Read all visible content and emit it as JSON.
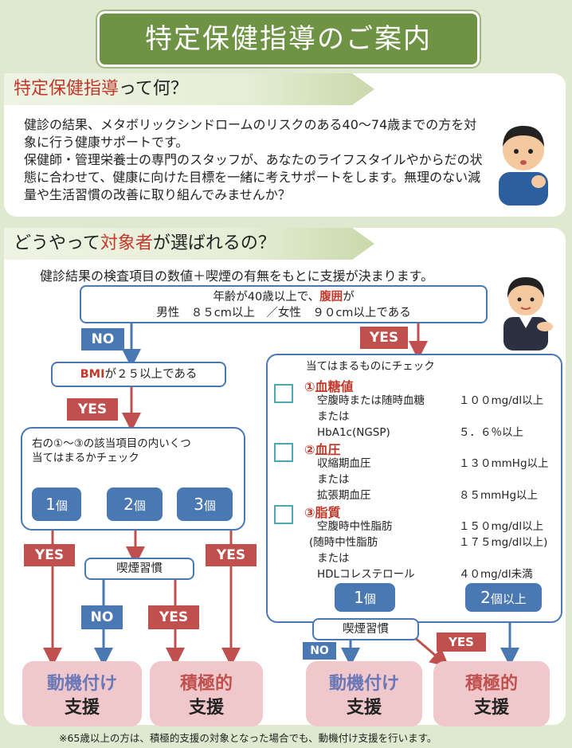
{
  "title": "特定保健指導のご案内",
  "section1": {
    "header_pre": "特定保健指導",
    "header_post": "って何？",
    "p1": "健診の結果、メタボリックシンドロームのリスクのある40～74歳までの方を対象に行う健康サポートです。",
    "p2": "保健師・管理栄養士の専門のスタッフが、あなたのライフスタイルやからだの状態に合わせて、健康に向けた目標を一緒に考えサポートをします。無理のない減量や生活習慣の改善に取り組んでみませんか？"
  },
  "section2": {
    "header_pre": "どうやって",
    "header_hl": "対象者",
    "header_post": "が選ばれるの？",
    "intro": "健診結果の検査項目の数値＋喫煙の有無をもとに支援が決まります。"
  },
  "flow": {
    "top_l1_pre": "年齢が40歳以上で、",
    "top_l1_hl": "腹囲",
    "top_l1_post": "が",
    "top_l2": "男性　８５cm以上　／女性　９０cm以上である",
    "no": "NO",
    "yes": "YES",
    "bmi_hl": "BMI",
    "bmi_post": "が２５以上である",
    "left_q1": "右の①～③の該当項目の内いくつ",
    "left_q2": "当てはまるかチェック",
    "c1": "1",
    "c2": "2",
    "c3": "3",
    "ko": "個",
    "smoking": "喫煙習慣",
    "chk_title": "当てはまるものにチェック",
    "i1": "①血糖値",
    "i1a": "空腹時または随時血糖",
    "i1av": "１００mg/dl以上",
    "or": "または",
    "i1b": "HbA1c(NGSP)",
    "i1bv": "５．６％以上",
    "i2": "②血圧",
    "i2a": "収縮期血圧",
    "i2av": "１３０mmHg以上",
    "i2b": "拡張期血圧",
    "i2bv": "８５mmHg以上",
    "i3": "③脂質",
    "i3a": "空腹時中性脂肪",
    "i3av": "１５０mg/dl以上",
    "i3b": "(随時中性脂肪",
    "i3bv": "１７５mg/dl以上)",
    "i3c": "HDLコレステロール",
    "i3cv": "４０mg/dl未満",
    "r1": "1",
    "r2": "2",
    "r2s": "個以上"
  },
  "results": {
    "motiv1": "動機付け",
    "motiv2": "支援",
    "active1": "積極的",
    "active2": "支援"
  },
  "footnote": "※65歳以上の方は、積極的支援の対象となった場合でも、動機付け支援を行います。",
  "colors": {
    "green": "#6f9345",
    "blue": "#4a78b3",
    "red": "#c0504d",
    "pink": "#f0c8cc"
  }
}
